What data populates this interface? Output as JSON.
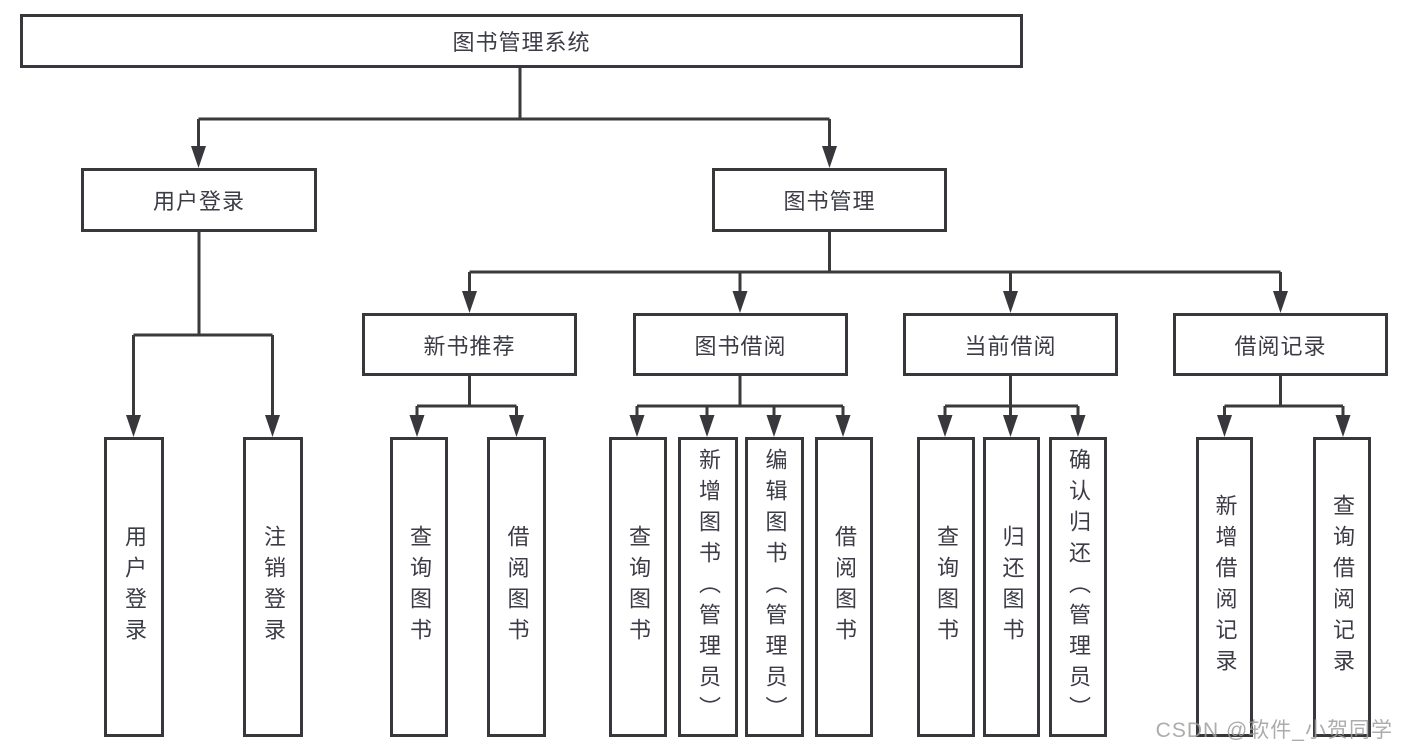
{
  "diagram": {
    "type": "hierarchy-tree",
    "nodes": {
      "root": "图书管理系统",
      "user_login_group": "用户登录",
      "book_management": "图书管理",
      "new_book_recommend": "新书推荐",
      "book_borrow": "图书借阅",
      "current_borrow": "当前借阅",
      "borrow_records": "借阅记录",
      "leaf_user_login": "用户登录",
      "leaf_logout": "注销登录",
      "leaf_nbr_query_books": "查询图书",
      "leaf_nbr_borrow_books": "借阅图书",
      "leaf_bb_query_books": "查询图书",
      "leaf_bb_add_books": "新增图书（管理员）",
      "leaf_bb_edit_books": "编辑图书（管理员）",
      "leaf_bb_borrow_books": "借阅图书",
      "leaf_cb_query_books": "查询图书",
      "leaf_cb_return_books": "归还图书",
      "leaf_cb_confirm_return": "确认归还（管理员）",
      "leaf_br_add_record": "新增借阅记录",
      "leaf_br_query_record": "查询借阅记录"
    },
    "hierarchy": {
      "图书管理系统": {
        "用户登录": [
          "用户登录",
          "注销登录"
        ],
        "图书管理": {
          "新书推荐": [
            "查询图书",
            "借阅图书"
          ],
          "图书借阅": [
            "查询图书",
            "新增图书（管理员）",
            "编辑图书（管理员）",
            "借阅图书"
          ],
          "当前借阅": [
            "查询图书",
            "归还图书",
            "确认归还（管理员）"
          ],
          "借阅记录": [
            "新增借阅记录",
            "查询借阅记录"
          ]
        }
      }
    },
    "colors": {
      "line": "#3a3a3a",
      "border": "#37373c",
      "text": "#3c3c46",
      "background": "#ffffff",
      "watermark": "#9e9e9e"
    }
  },
  "watermark": {
    "text": "CSDN @软件_小贺同学"
  }
}
